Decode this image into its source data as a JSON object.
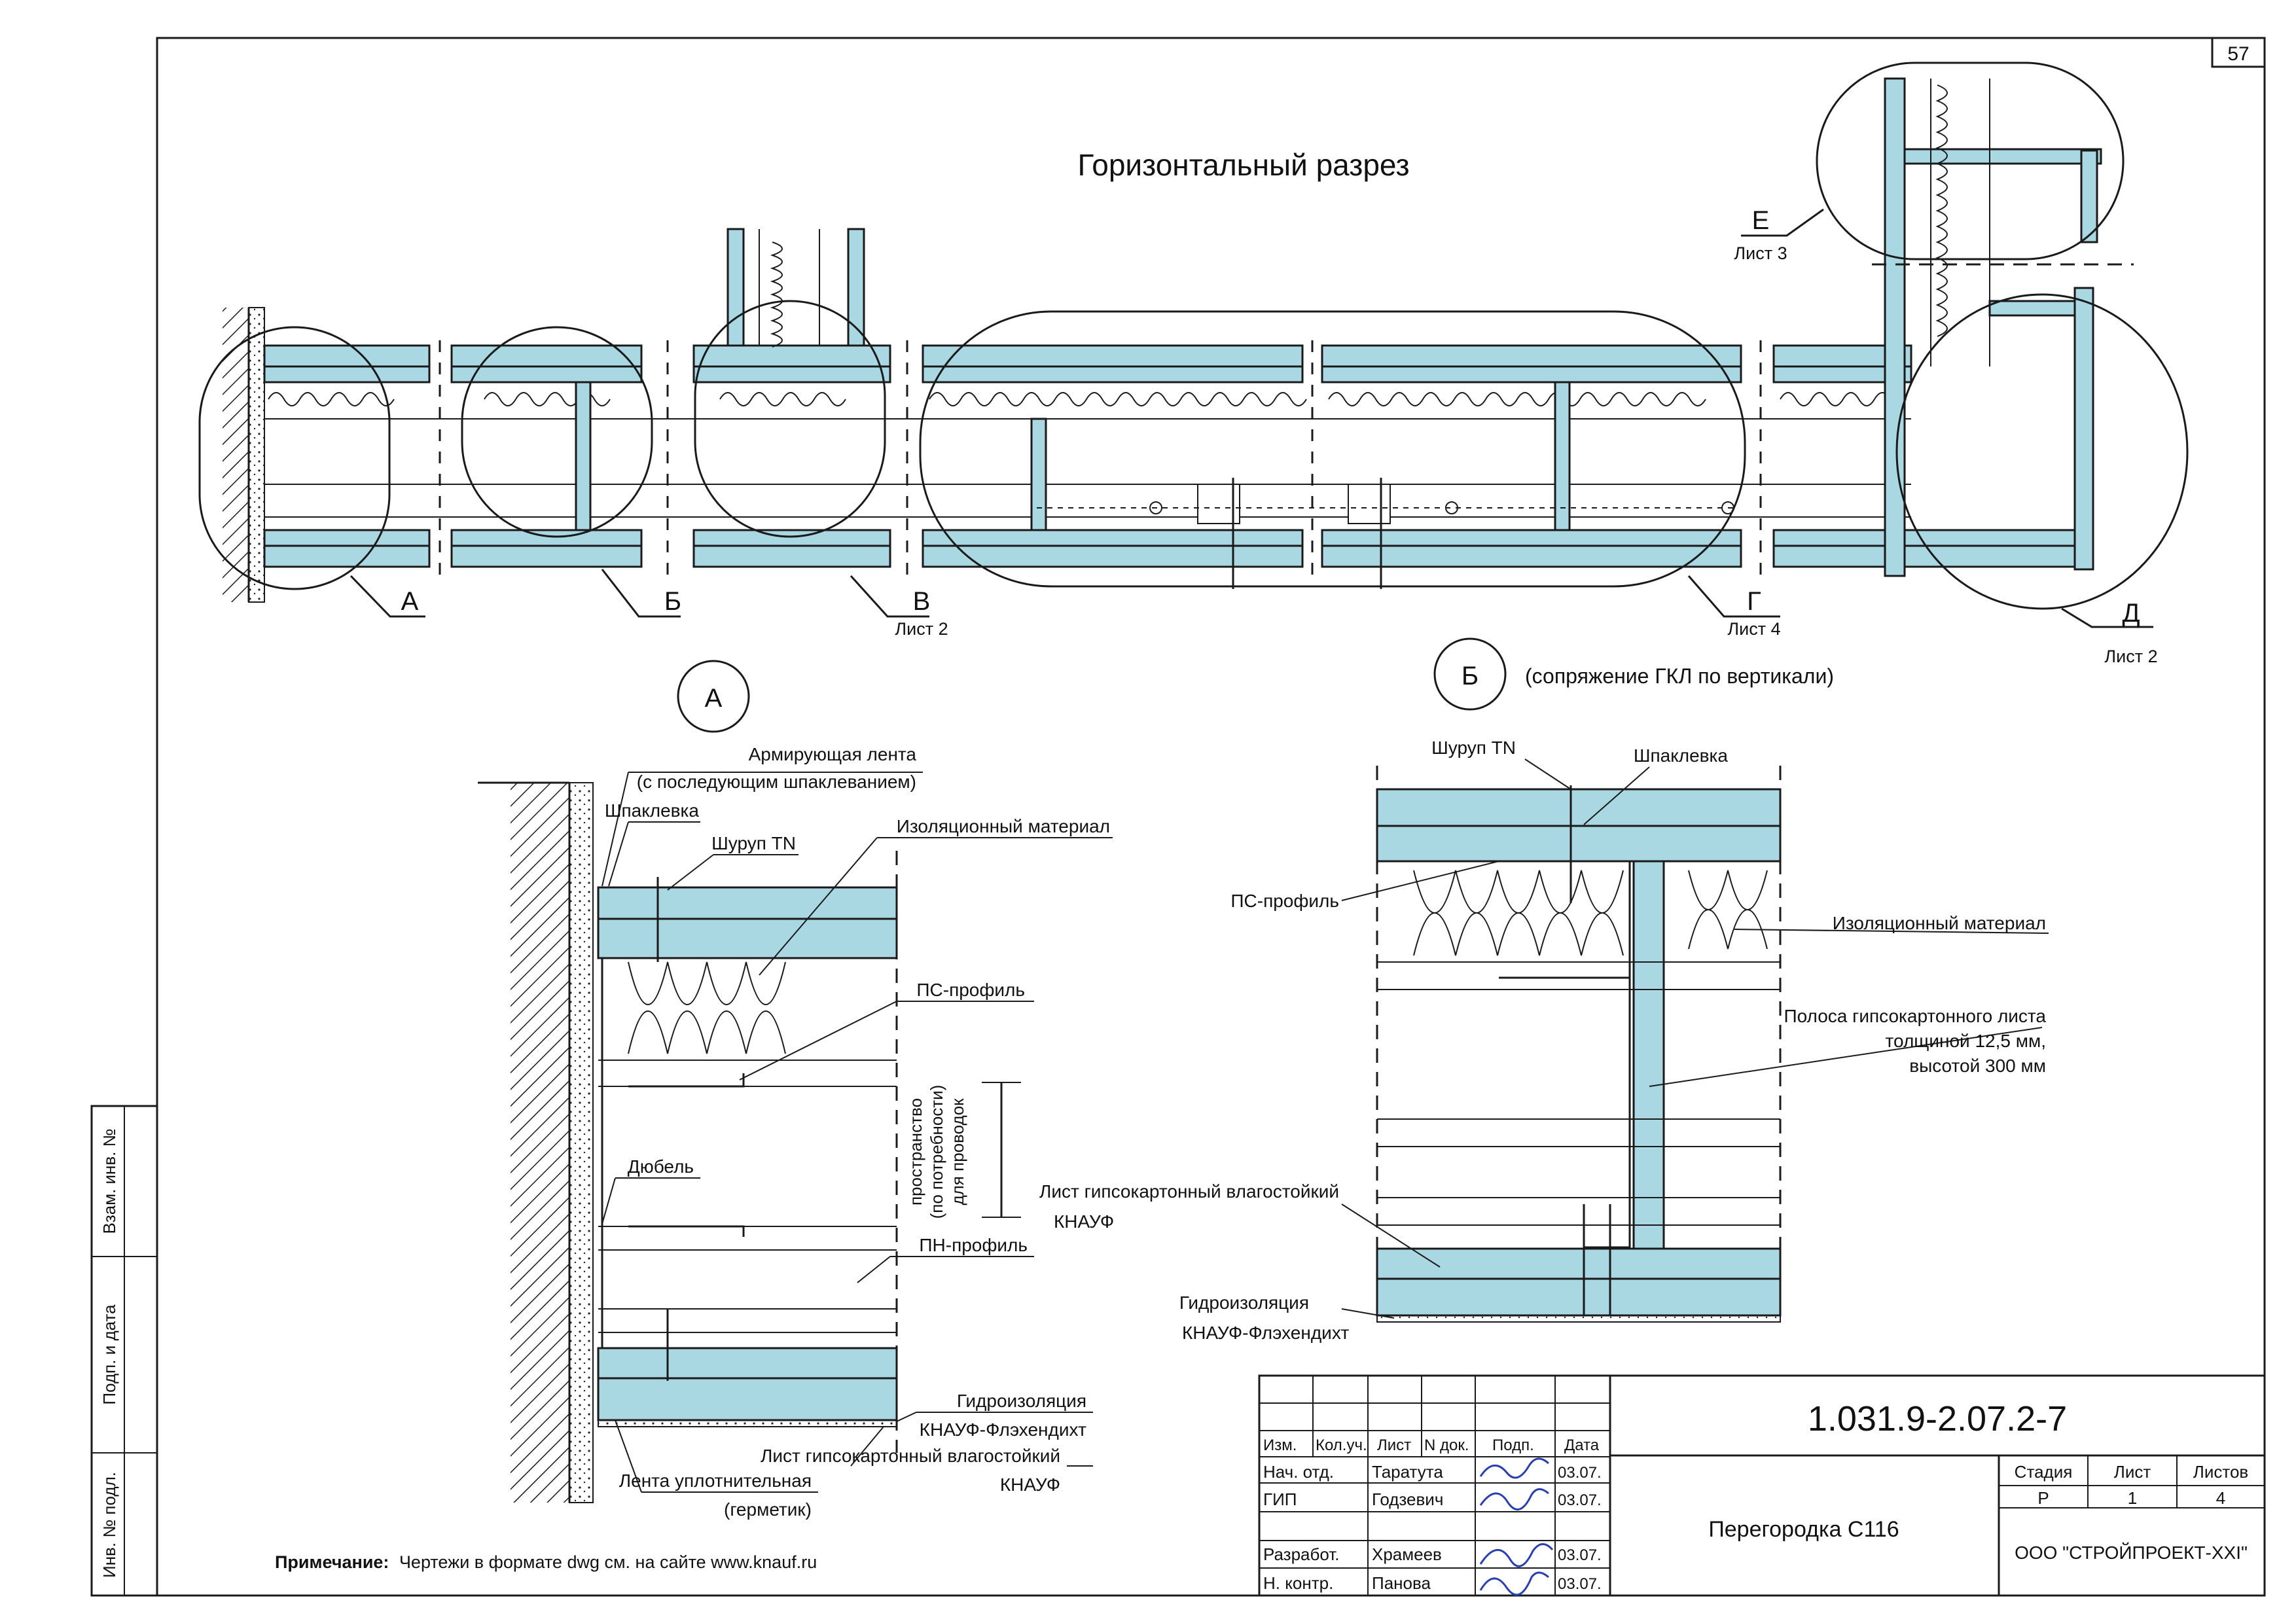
{
  "sheet_number": "57",
  "title": "Горизонтальный разрез",
  "callouts": [
    {
      "letter": "А",
      "sheet": ""
    },
    {
      "letter": "Б",
      "sheet": ""
    },
    {
      "letter": "В",
      "sheet": "Лист 2"
    },
    {
      "letter": "Г",
      "sheet": "Лист 4"
    },
    {
      "letter": "Д",
      "sheet": "Лист 2"
    },
    {
      "letter": "Е",
      "sheet": "Лист 3"
    }
  ],
  "detail_a": {
    "letter": "А",
    "labels": {
      "tape": "Армирующая лента",
      "tape_note": "(с последующим шпаклеванием)",
      "putty": "Шпаклевка",
      "screw": "Шуруп TN",
      "insulation": "Изоляционный материал",
      "ps_profile": "ПС-профиль",
      "space_1": "пространство",
      "space_2": "(по потребности)",
      "space_3": "для проводок",
      "dowel": "Дюбель",
      "pn_profile": "ПН-профиль",
      "waterproof": "Гидроизоляция",
      "waterproof_brand": "КНАУФ-Флэхендихт",
      "sheet": "Лист гипсокартонный влагостойкий",
      "sheet_brand": "КНАУФ",
      "seal": "Лента уплотнительная",
      "seal_note": "(герметик)"
    }
  },
  "detail_b": {
    "letter": "Б",
    "subtitle": "(сопряжение ГКЛ по вертикали)",
    "labels": {
      "screw": "Шуруп TN",
      "putty": "Шпаклевка",
      "ps_profile": "ПС-профиль",
      "insulation": "Изоляционный материал",
      "strip_1": "Полоса гипсокартонного листа",
      "strip_2": "толщиной 12,5 мм,",
      "strip_3": "высотой 300 мм",
      "sheet": "Лист гипсокартонный влагостойкий",
      "sheet_brand": "КНАУФ",
      "waterproof": "Гидроизоляция",
      "waterproof_brand": "КНАУФ-Флэхендихт"
    }
  },
  "note": {
    "label": "Примечание:",
    "text": "Чертежи в формате dwg см. на сайте www.knauf.ru"
  },
  "side_stamp": [
    "Взам. инв. №",
    "Подп. и дата",
    "Инв. № подл."
  ],
  "title_block": {
    "code": "1.031.9-2.07.2-7",
    "name": "Перегородка С116",
    "org": "ООО \"СТРОЙПРОЕКТ-XXI\"",
    "header": [
      "Изм.",
      "Кол.уч.",
      "Лист",
      "N док.",
      "Подп.",
      "Дата"
    ],
    "rows": [
      {
        "role": "Нач. отд.",
        "name": "Таратута",
        "date": "03.07."
      },
      {
        "role": "ГИП",
        "name": "Годзевич",
        "date": "03.07."
      },
      {
        "role": "Разработ.",
        "name": "Храмеев",
        "date": "03.07."
      },
      {
        "role": "Н. контр.",
        "name": "Панова",
        "date": "03.07."
      }
    ],
    "stage_header": [
      "Стадия",
      "Лист",
      "Листов"
    ],
    "stage_values": [
      "Р",
      "1",
      "4"
    ]
  },
  "colors": {
    "board": "#a9d7e2",
    "line": "#1a1a1a",
    "paper": "#ffffff"
  }
}
